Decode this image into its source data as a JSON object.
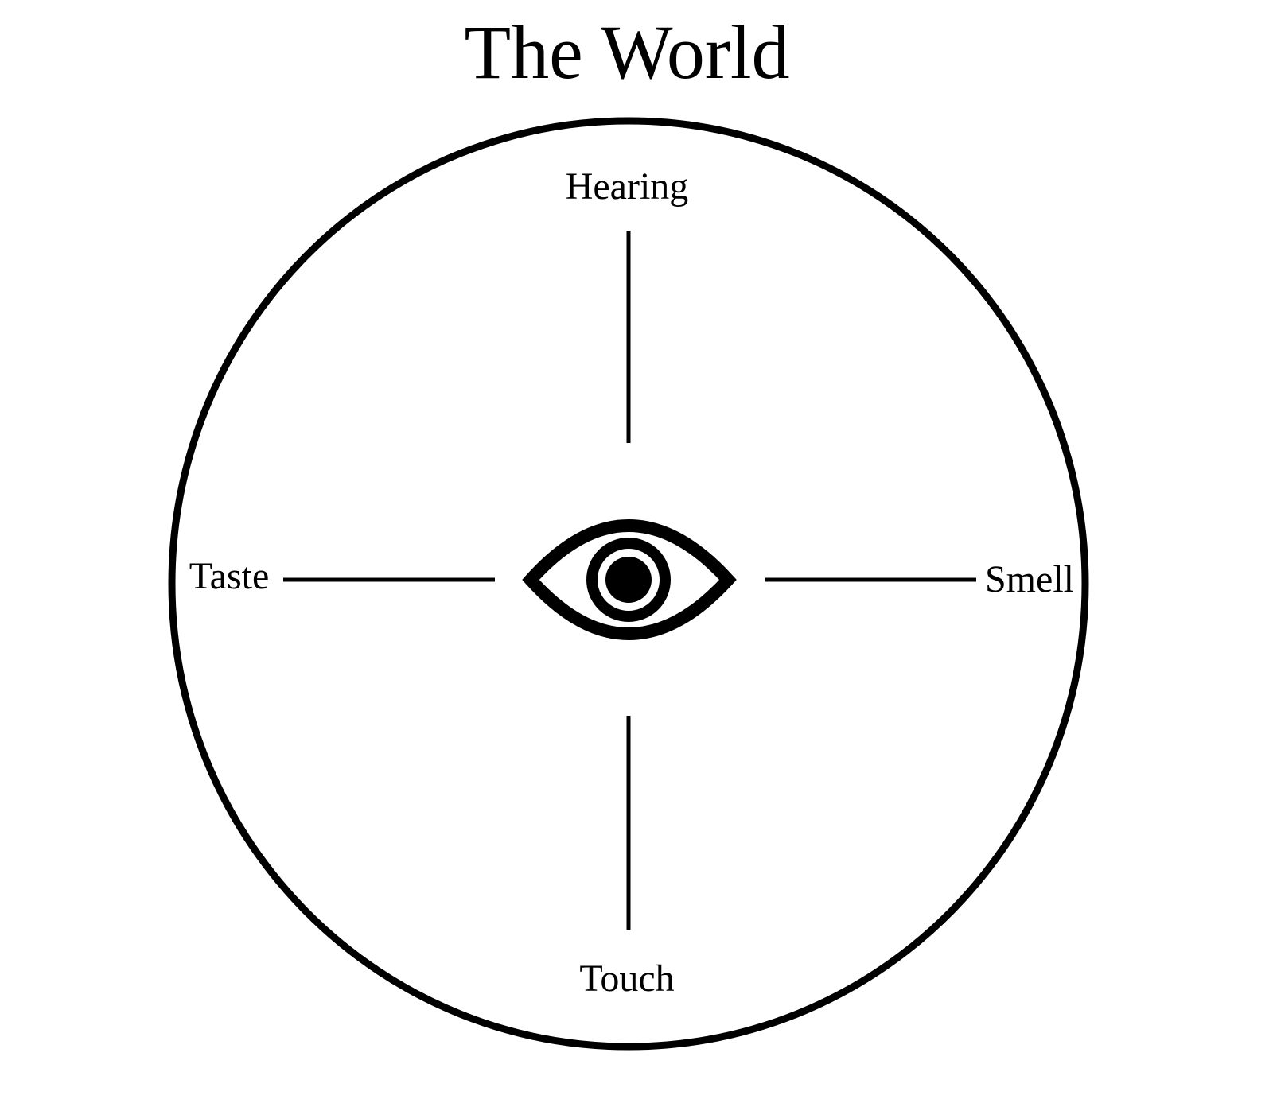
{
  "title": "The World",
  "labels": {
    "top": "Hearing",
    "left": "Taste",
    "right": "Smell",
    "bottom": "Touch"
  },
  "colors": {
    "stroke": "#000000",
    "background": "#ffffff"
  },
  "icons": {
    "center": "eye-icon"
  }
}
